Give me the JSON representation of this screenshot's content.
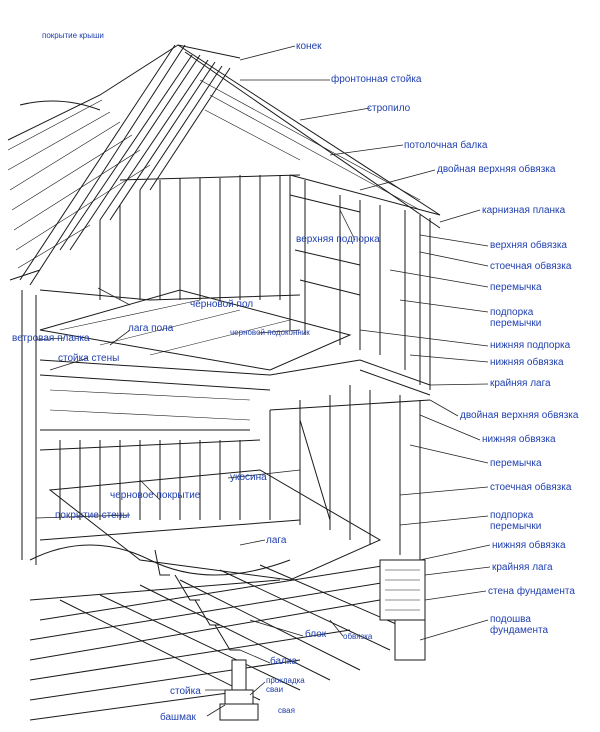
{
  "diagram": {
    "labels": {
      "roof_covering": "покрытие крыши",
      "ridge": "конек",
      "gable_stud": "фронтонная стойка",
      "rafter": "стропило",
      "ceiling_joist": "потолочная балка",
      "double_top_plate_upper": "двойная верхняя обвязка",
      "eave_board": "карнизная планка",
      "upper_brace": "верхняя подпорка",
      "top_plate_upper": "верхняя обвязка",
      "stud_plate_upper": "стоечная обвязка",
      "header_upper": "перемычка",
      "header_support_upper_1": "подпорка",
      "header_support_upper_2": "перемычки",
      "lower_brace": "нижняя подпорка",
      "bottom_plate_upper": "нижняя обвязка",
      "rim_joist_upper": "крайняя лага",
      "double_top_plate_lower": "двойная верхняя обвязка",
      "bottom_plate_mid": "нижняя обвязка",
      "header_lower": "перемычка",
      "stud_plate_lower": "стоечная обвязка",
      "header_support_lower_1": "подпорка",
      "header_support_lower_2": "перемычки",
      "bottom_plate_lower": "нижняя обвязка",
      "rim_joist_lower": "крайняя лага",
      "foundation_wall": "стена фундамента",
      "footing_1": "подошва",
      "footing_2": "фундамента",
      "subfloor": "черновой пол",
      "wind_board": "ветровая планка",
      "floor_joist": "лага пола",
      "subfloor_joist": "черновой подоконник",
      "wall_stud": "стойка стены",
      "brace": "укосина",
      "rough_covering": "черновое покрытие",
      "wall_covering": "покрытие стены",
      "joist_lower": "лага",
      "block": "блок",
      "plate": "обвязка",
      "beam": "балка",
      "post": "стойка",
      "pile_pad": "прокладка",
      "pile_pad_2": "сваи",
      "pile": "свая",
      "shoe": "башмак"
    }
  }
}
